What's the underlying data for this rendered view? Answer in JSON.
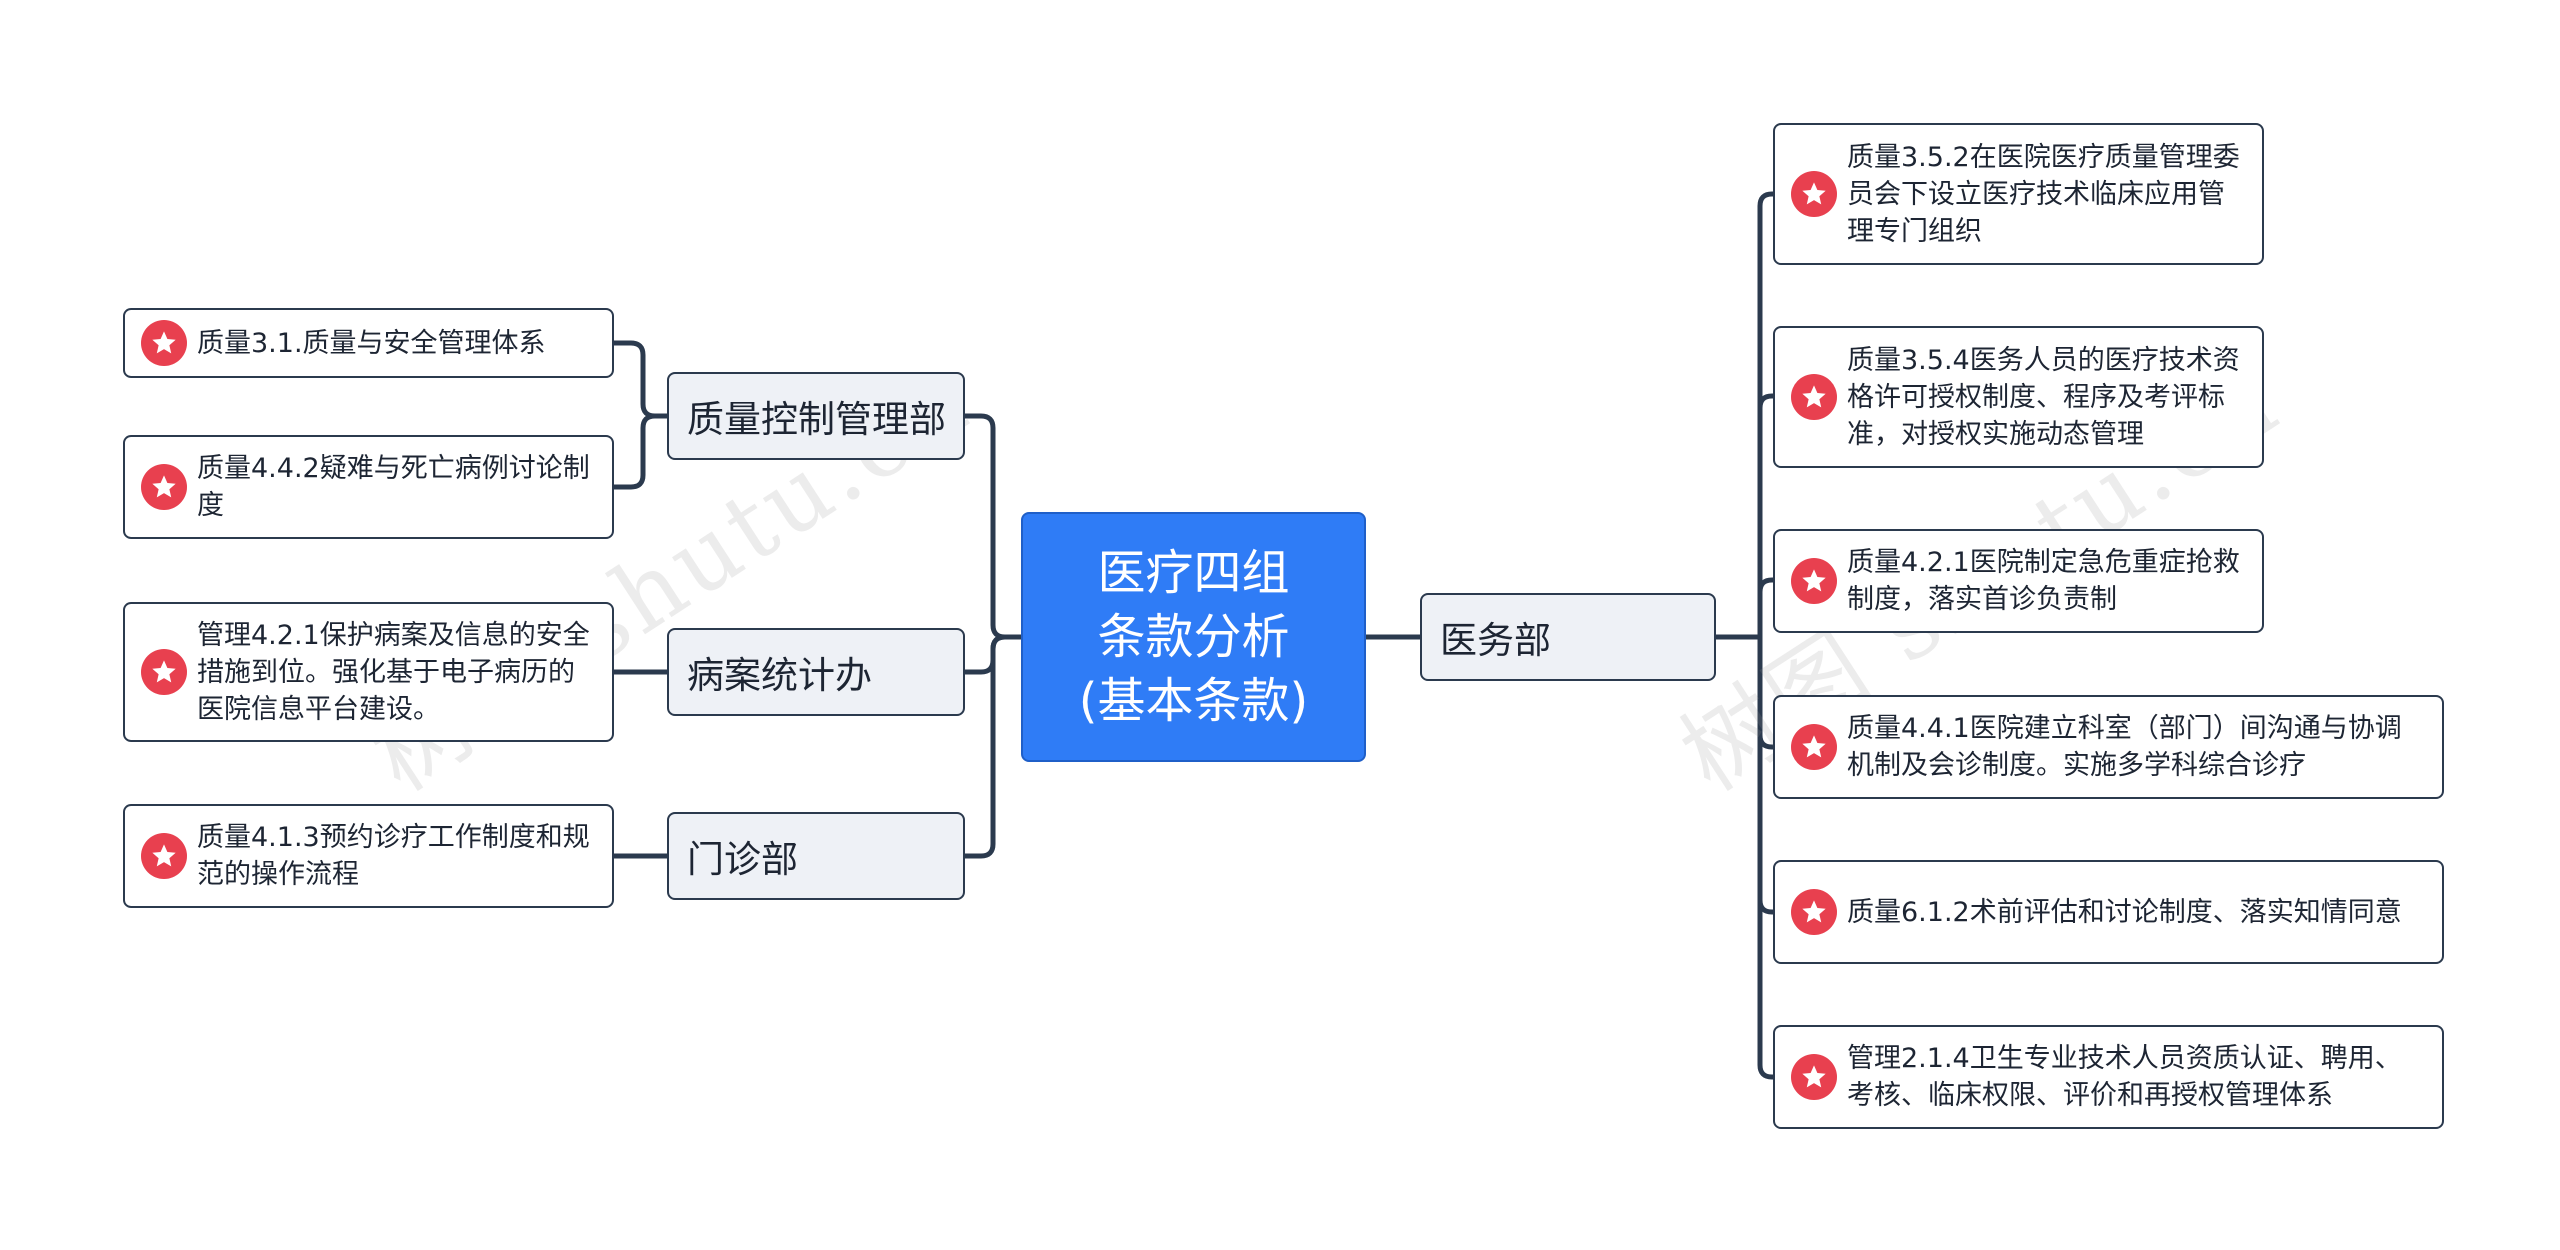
{
  "root": {
    "label": "医疗四组\n条款分析\n(基本条款)"
  },
  "branches": {
    "quality": {
      "label": "质量控制管理部",
      "leaves": [
        "质量3.1.质量与安全管理体系",
        "质量4.4.2疑难与死亡病例讨论制度"
      ]
    },
    "records": {
      "label": "病案统计办",
      "leaves": [
        "管理4.2.1保护病案及信息的安全措施到位。强化基于电子病历的医院信息平台建设。"
      ]
    },
    "outpatient": {
      "label": "门诊部",
      "leaves": [
        "质量4.1.3预约诊疗工作制度和规范的操作流程"
      ]
    },
    "medical": {
      "label": "医务部",
      "leaves": [
        "质量3.5.2在医院医疗质量管理委员会下设立医疗技术临床应用管理专门组织",
        "质量3.5.4医务人员的医疗技术资格许可授权制度、程序及考评标准，对授权实施动态管理",
        "质量4.2.1医院制定急危重症抢救制度，落实首诊负责制",
        "质量4.4.1医院建立科室（部门）间沟通与协调机制及会诊制度。实施多学科综合诊疗",
        "质量6.1.2术前评估和讨论制度、落实知情同意",
        "管理2.1.4卫生专业技术人员资质认证、聘用、考核、临床权限、评价和再授权管理体系"
      ]
    }
  },
  "icons": {
    "leaf_marker": "star-icon"
  },
  "colors": {
    "root_fill": "#2f7cf6",
    "branch_fill": "#eef1f6",
    "border": "#2b3a4e",
    "star_badge": "#e8404f"
  },
  "watermark": "树图 shutu.cn"
}
